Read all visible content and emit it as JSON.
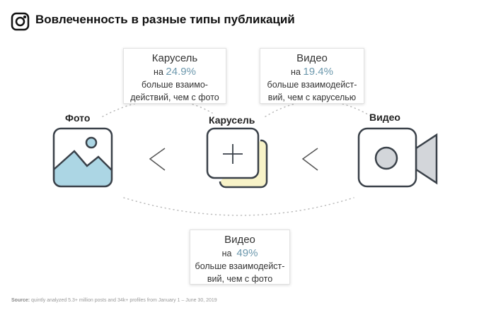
{
  "title": "Вовлеченность в разные типы публикаций",
  "logo_icon": "instagram-icon",
  "items": [
    {
      "label": "Фото",
      "icon": "photo-icon"
    },
    {
      "label": "Карусель",
      "icon": "carousel-icon"
    },
    {
      "label": "Видео",
      "icon": "video-camera-icon"
    }
  ],
  "comparisons": [
    {
      "head": "Карусель",
      "prefix": "на",
      "pct": "24.9%",
      "line1": "больше взаимо-",
      "line2": "действий, чем с фото"
    },
    {
      "head": "Видео",
      "prefix": "на",
      "pct": "19.4%",
      "line1": "больше взаимодейст-",
      "line2": "вий, чем с каруселью"
    },
    {
      "head": "Видео",
      "prefix": "на",
      "pct": "49%",
      "line1": "больше взаимодейст-",
      "line2": "вий, чем с фото"
    }
  ],
  "source_label": "Source:",
  "source_text": "quintly analyzed 5.3+ million posts and 34k+ profiles from January 1 – June 30, 2019",
  "colors": {
    "accent": "#6c98ad",
    "photo_fill": "#acd6e4",
    "carousel_back": "#f8f3c8",
    "video_fill": "#d3d6da",
    "stroke": "#3a4149"
  }
}
